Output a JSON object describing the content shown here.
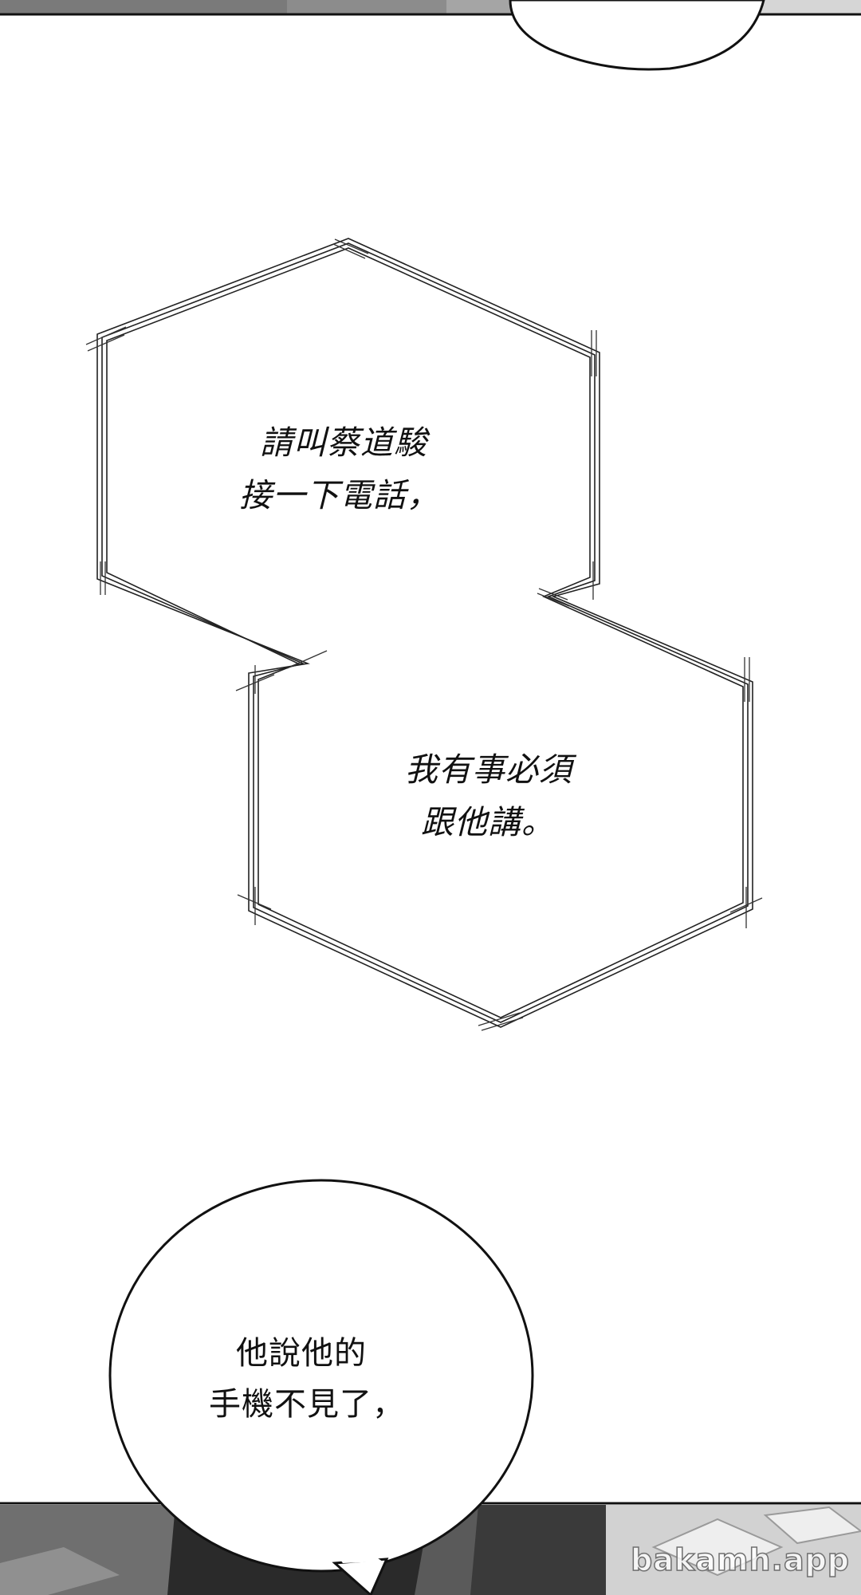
{
  "panel_top": {
    "bubble_color": "#ffffff",
    "frame_color": "#111111"
  },
  "phone_bubble": {
    "line1": "請叫蔡道駿",
    "line2": "接一下電話，",
    "line3": "我有事必須",
    "line4": "跟他講。"
  },
  "speech_bubble": {
    "line1": "他說他的",
    "line2": "手機不見了，"
  },
  "watermark": "bakamh.app",
  "colors": {
    "ink": "#111111",
    "background": "#ffffff",
    "scene_gray": "#8a8a8a"
  }
}
